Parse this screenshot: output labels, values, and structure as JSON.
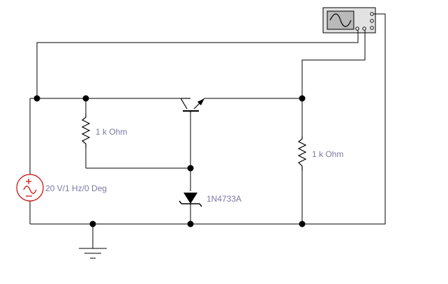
{
  "colors": {
    "background": "#ffffff",
    "wire": "#000000",
    "label": "#7a7aa6",
    "source_symbol": "#cc0000",
    "scope_screen": "#b9b9b9",
    "scope_trace": "#000000"
  },
  "components": {
    "source": {
      "label": "20 V/1 Hz/0 Deg",
      "icon": "ac-voltage-source-icon"
    },
    "resistor_r1": {
      "label": "1 k Ohm",
      "icon": "resistor-icon"
    },
    "resistor_r2": {
      "label": "1 k Ohm",
      "icon": "resistor-icon"
    },
    "zener": {
      "label": "1N4733A",
      "icon": "zener-diode-icon"
    },
    "transistor": {
      "icon": "pnp-transistor-icon"
    },
    "oscilloscope": {
      "icon": "oscilloscope-icon"
    },
    "ground": {
      "icon": "ground-icon"
    }
  }
}
